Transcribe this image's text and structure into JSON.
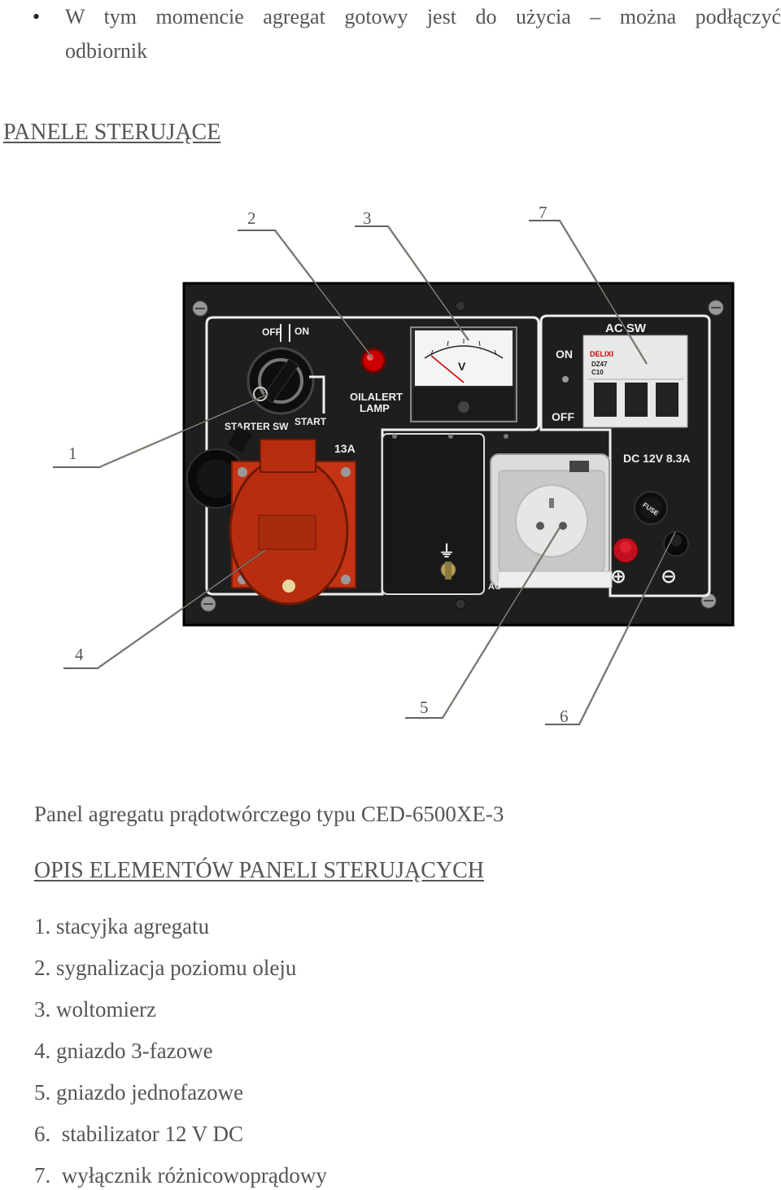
{
  "intro": {
    "bullet": "•",
    "line1": "W tym momencie agregat gotowy jest do użycia – można podłączyć",
    "line2": "odbiornik"
  },
  "section_heading": "PANELE STERUJĄCE",
  "callouts": [
    "1",
    "2",
    "3",
    "4",
    "5",
    "6",
    "7"
  ],
  "panel_labels": {
    "off": "OFF",
    "on": "ON",
    "starter_sw": "STARTER SW",
    "start": "START",
    "oil_alert": "OILALERT",
    "lamp": "LAMP",
    "v": "V",
    "ac_sw": "AC SW",
    "breaker_on": "ON",
    "breaker_off": "OFF",
    "delixi": "DELIXI",
    "dz47": "DZ47",
    "c10": "C10",
    "amp13": "13A",
    "dc": "DC 12V 8.3A",
    "fuse": "FUSE",
    "plus": "⊕",
    "minus": "⊖",
    "ac": "AC",
    "ground": "⏚"
  },
  "caption": "Panel agregatu prądotwórczego typu CED-6500XE-3",
  "list_heading": "OPIS ELEMENTÓW PANELI STERUJĄCYCH",
  "items": [
    "1. stacyjka agregatu",
    "2. sygnalizacja poziomu oleju",
    "3. woltomierz",
    "4. gniazdo 3-fazowe",
    "5. gniazdo jednofazowe",
    "6.  stabilizator 12 V DC",
    "7.  wyłącznik różnicowoprądowy"
  ]
}
